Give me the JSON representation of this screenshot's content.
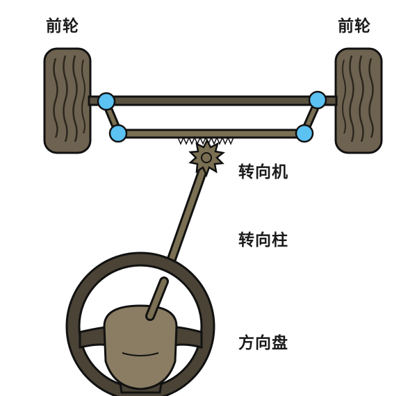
{
  "labels": {
    "front_wheel_left": "前轮",
    "front_wheel_right": "前轮",
    "steering_gear": "转向机",
    "steering_column": "转向柱",
    "steering_wheel": "方向盘"
  },
  "colors": {
    "tire": "#6e6250",
    "tire_dark": "#3a3327",
    "outline": "#111111",
    "rod": "#7a6f52",
    "joint": "#5bc2f2",
    "wheel_ring": "#4a4336",
    "hub": "#8a7d63"
  }
}
